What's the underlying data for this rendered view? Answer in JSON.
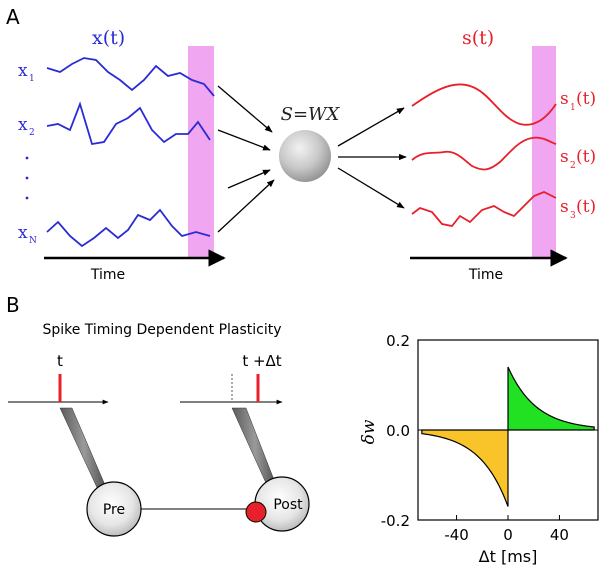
{
  "panel_a": {
    "label": "A",
    "x_title": "x(t)",
    "s_title": "s(t)",
    "x_labels": [
      {
        "letter": "x",
        "sub": "1"
      },
      {
        "letter": "x",
        "sub": "2"
      },
      {
        "letter": "x",
        "sub": "N"
      }
    ],
    "s_labels": [
      {
        "letter": "s",
        "sub": "1"
      },
      {
        "letter": "s",
        "sub": "2"
      },
      {
        "letter": "s",
        "sub": "3"
      }
    ],
    "formula": "S=WX",
    "time_label_left": "Time",
    "time_label_right": "Time"
  },
  "panel_b": {
    "label": "B",
    "title": "Spike Timing Dependent Plasticity",
    "pre_spike_label": "t",
    "post_spike_label": "t +Δt",
    "pre_neuron": "Pre",
    "post_neuron": "Post"
  },
  "colors": {
    "blue": "#2b2bd6",
    "red": "#e8202a",
    "magenta_band": "#f0a6f0",
    "ltp_fill": "#22e022",
    "ltd_fill": "#f8c42a"
  },
  "chart_data": {
    "type": "area",
    "xlabel": "Δt [ms]",
    "ylabel": "δw",
    "xlim": [
      -70,
      70
    ],
    "ylim": [
      -0.2,
      0.2
    ],
    "x_ticks": [
      -40,
      0,
      40
    ],
    "x_tick_labels": [
      "-40",
      "0",
      "40"
    ],
    "y_ticks": [
      0.2,
      0.0,
      -0.2
    ],
    "y_tick_labels": [
      "0.2",
      "0.0",
      "-0.2"
    ],
    "series": [
      {
        "x": [
          1,
          5,
          10,
          20,
          30,
          40,
          50,
          60,
          70
        ],
        "values": [
          0.14,
          0.12,
          0.095,
          0.06,
          0.038,
          0.024,
          0.015,
          0.009,
          0.006
        ]
      },
      {
        "x": [
          -70,
          -60,
          -50,
          -40,
          -30,
          -20,
          -10,
          -5,
          -1
        ],
        "values": [
          -0.006,
          -0.009,
          -0.015,
          -0.024,
          -0.038,
          -0.06,
          -0.095,
          -0.12,
          -0.17
        ]
      }
    ]
  }
}
